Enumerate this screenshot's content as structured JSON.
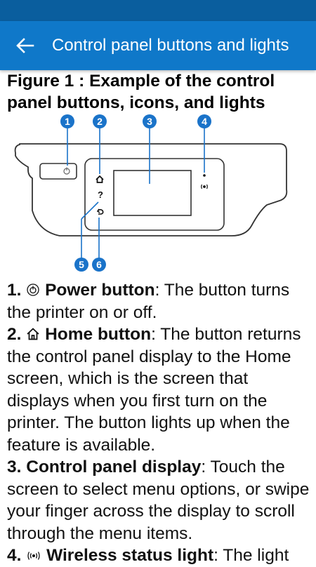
{
  "app_bar": {
    "title": "Control panel buttons and lights"
  },
  "figure": {
    "title": "Figure 1 : Example of the control panel buttons, icons, and lights",
    "callouts": [
      "1",
      "2",
      "3",
      "4",
      "5",
      "6"
    ]
  },
  "items": [
    {
      "number": "1.",
      "name": "Power button",
      "text": ": The button turns the printer on or off.",
      "icon": "power-icon"
    },
    {
      "number": "2.",
      "name": "Home button",
      "text": ": The button returns the control panel display to the Home screen, which is the screen that displays when you first turn on the printer. The button lights up when the feature is available.",
      "icon": "home-icon"
    },
    {
      "number": "3.",
      "name": "Control panel display",
      "text": ": Touch the screen to select menu options, or swipe your finger across the display to scroll through the menu items."
    },
    {
      "number": "4.",
      "name": "Wireless status light",
      "text": ": The light",
      "icon": "wireless-icon"
    }
  ],
  "colors": {
    "status_bar": "#0a5e9e",
    "app_bar": "#0f78c9",
    "callout": "#1a73c9"
  }
}
